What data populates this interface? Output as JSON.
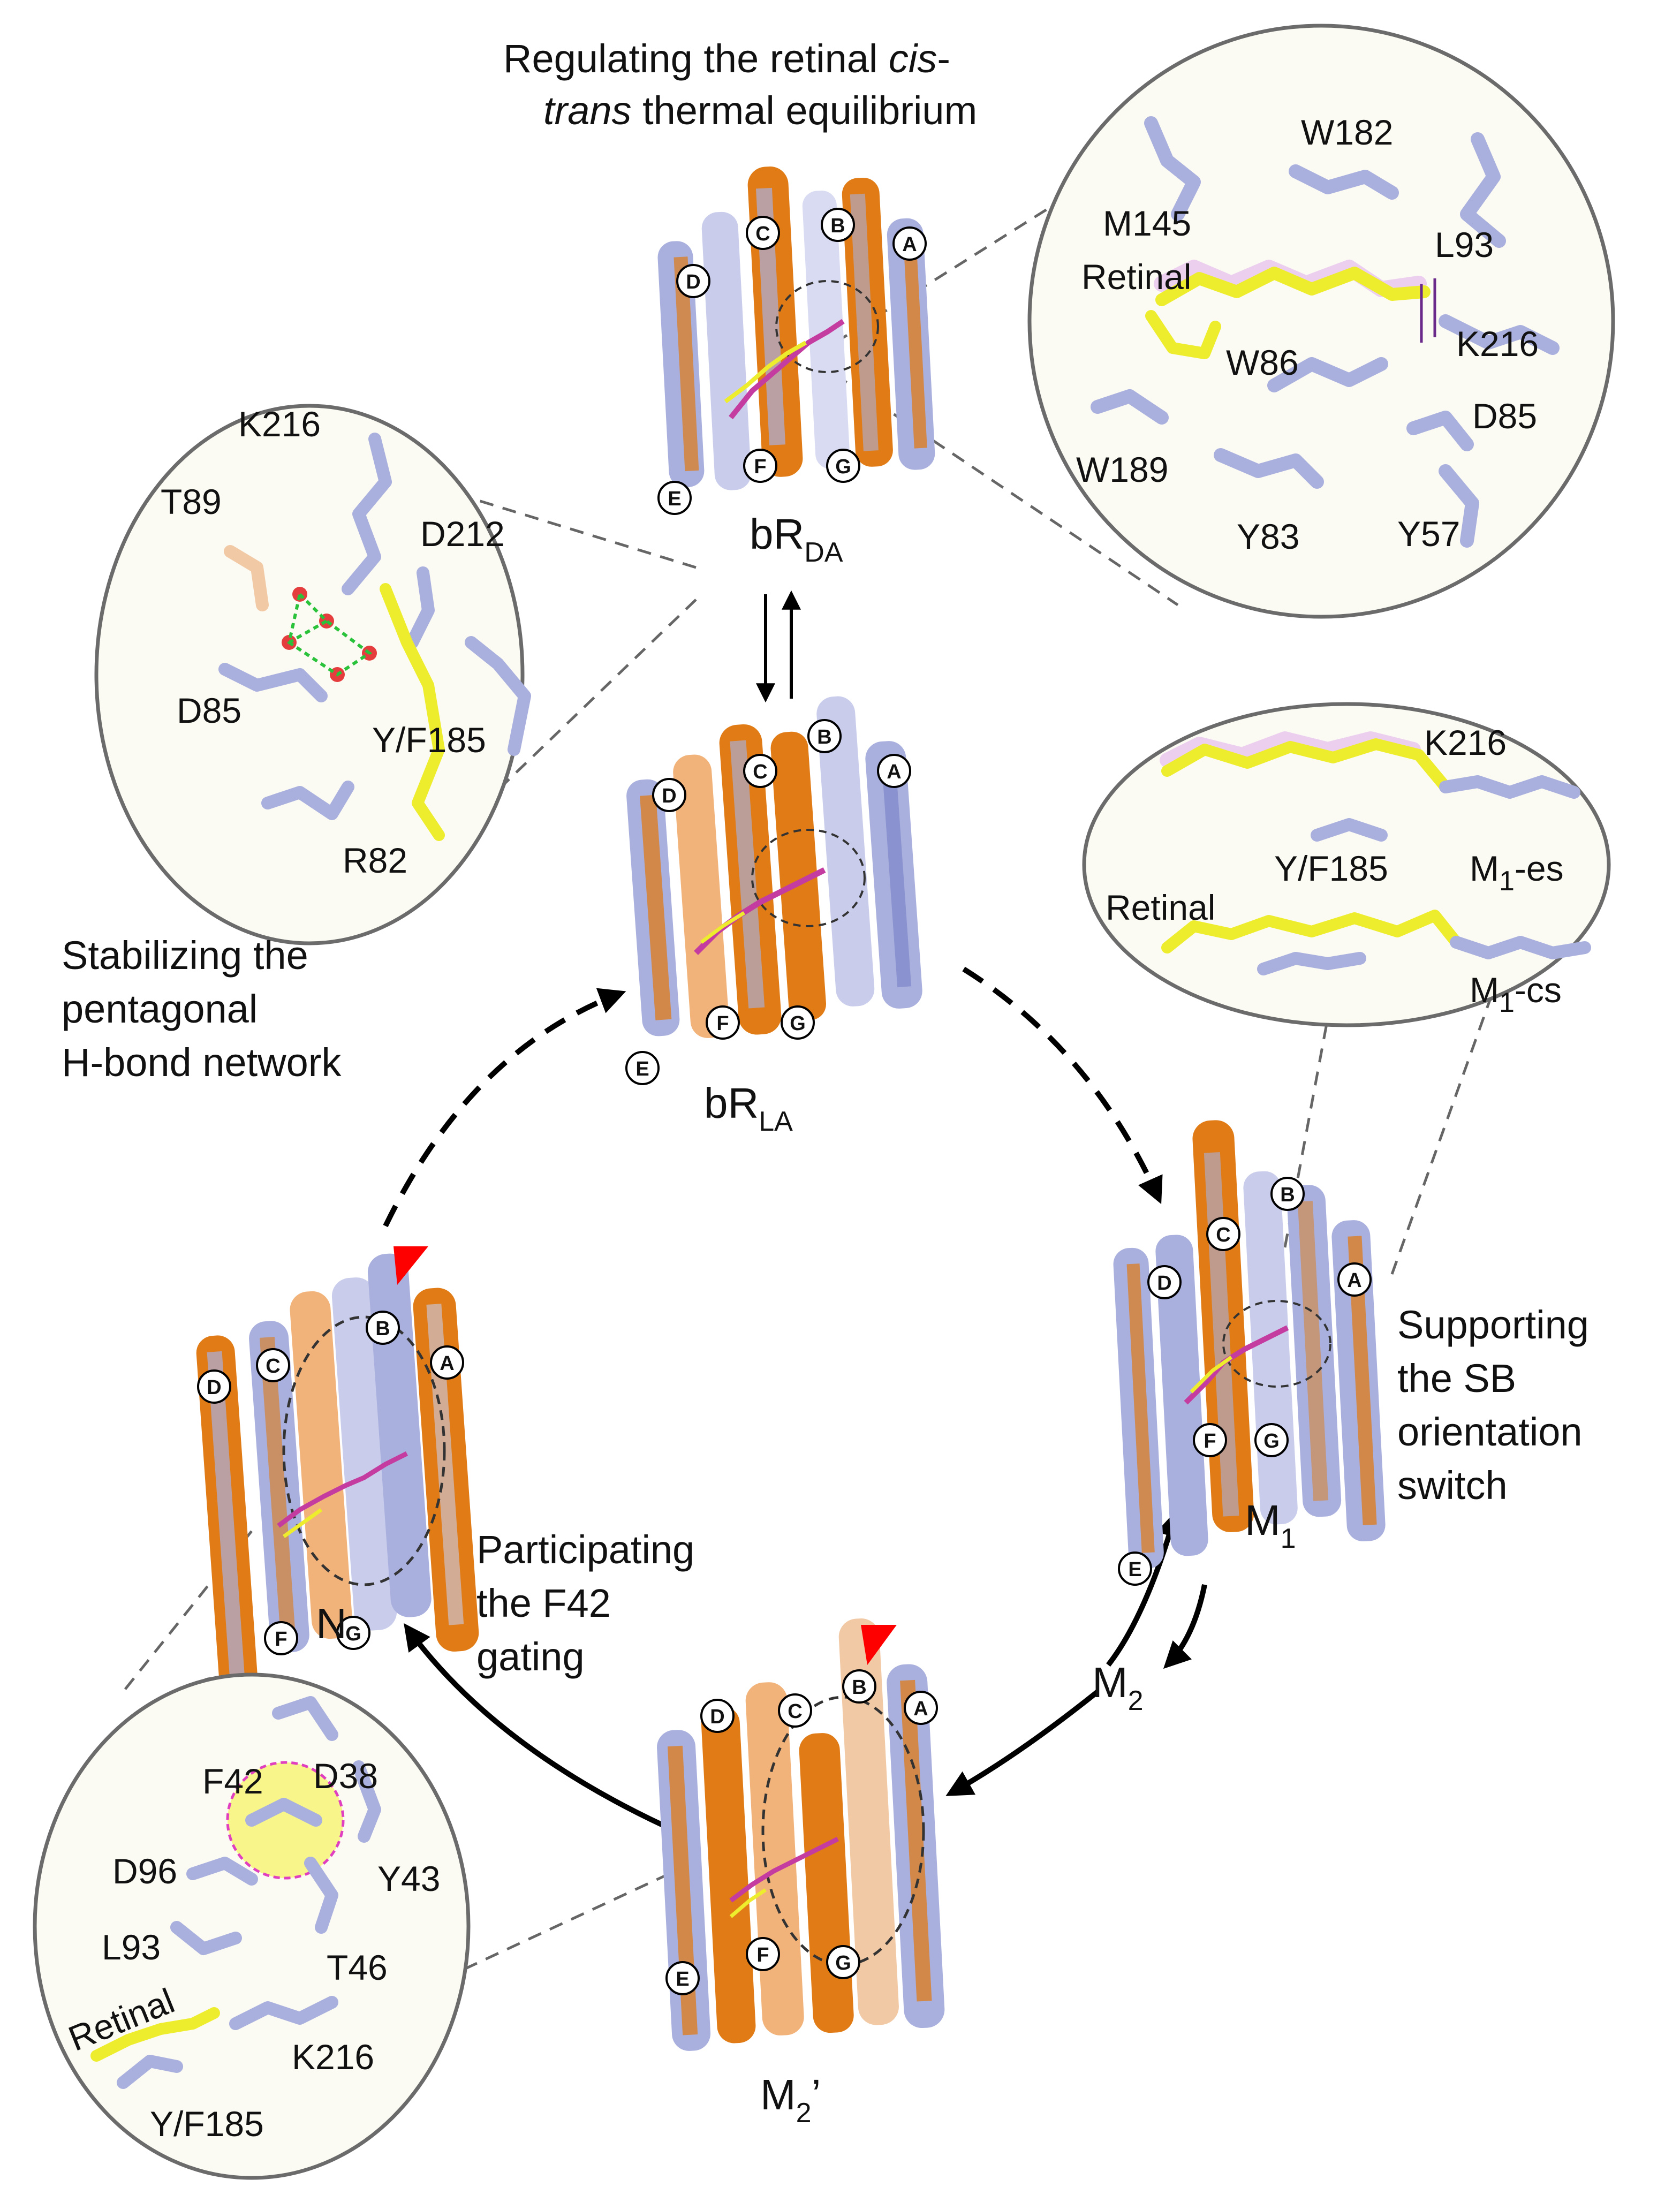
{
  "captions": {
    "top_line1": "Regulating the retinal ",
    "top_line1_italic": "cis",
    "top_line1_dash": "-",
    "top_line2_italic": "trans",
    "top_line2": " thermal equilibrium",
    "left": [
      "Stabilizing the",
      "pentagonal",
      "H-bond network"
    ],
    "right": [
      "Supporting",
      "the SB",
      "orientation",
      "switch"
    ],
    "middle": [
      "Participating",
      "the F42",
      "gating"
    ]
  },
  "states": {
    "bR_DA": {
      "base": "bR",
      "sub": "DA"
    },
    "bR_LA": {
      "base": "bR",
      "sub": "LA"
    },
    "M1": {
      "base": "M",
      "sub": "1"
    },
    "M2": {
      "base": "M",
      "sub": "2"
    },
    "M2p": {
      "base": "M",
      "sub": "2",
      "suffix": "’"
    },
    "N": {
      "base": "N"
    }
  },
  "helix_letters": [
    "A",
    "B",
    "C",
    "D",
    "E",
    "F",
    "G"
  ],
  "insets": {
    "top_right": {
      "residues": [
        "W182",
        "M145",
        "L93",
        "Retinal",
        "K216",
        "W86",
        "D85",
        "W189",
        "Y83",
        "Y57"
      ]
    },
    "left": {
      "residues": [
        "K216",
        "T89",
        "D212",
        "D85",
        "Y/F185",
        "R82"
      ]
    },
    "right": {
      "residues": [
        "K216",
        "Y/F185",
        "Retinal"
      ],
      "m1es": {
        "base": "M",
        "sub": "1",
        "suffix": "-es"
      },
      "m1cs": {
        "base": "M",
        "sub": "1",
        "suffix": "-cs"
      }
    },
    "bottom_left": {
      "residues": [
        "F42",
        "D38",
        "D96",
        "Y43",
        "L93",
        "T46",
        "Retinal",
        "K216",
        "Y/F185"
      ]
    }
  },
  "colors": {
    "helix_blue": "#a9b0de",
    "helix_orange": "#e07b16",
    "retinal_yellow": "#eded2e",
    "retinal_magenta": "#c43ca0",
    "marker_red": "#ff0000",
    "inset_bg": "#fbfbf3"
  }
}
